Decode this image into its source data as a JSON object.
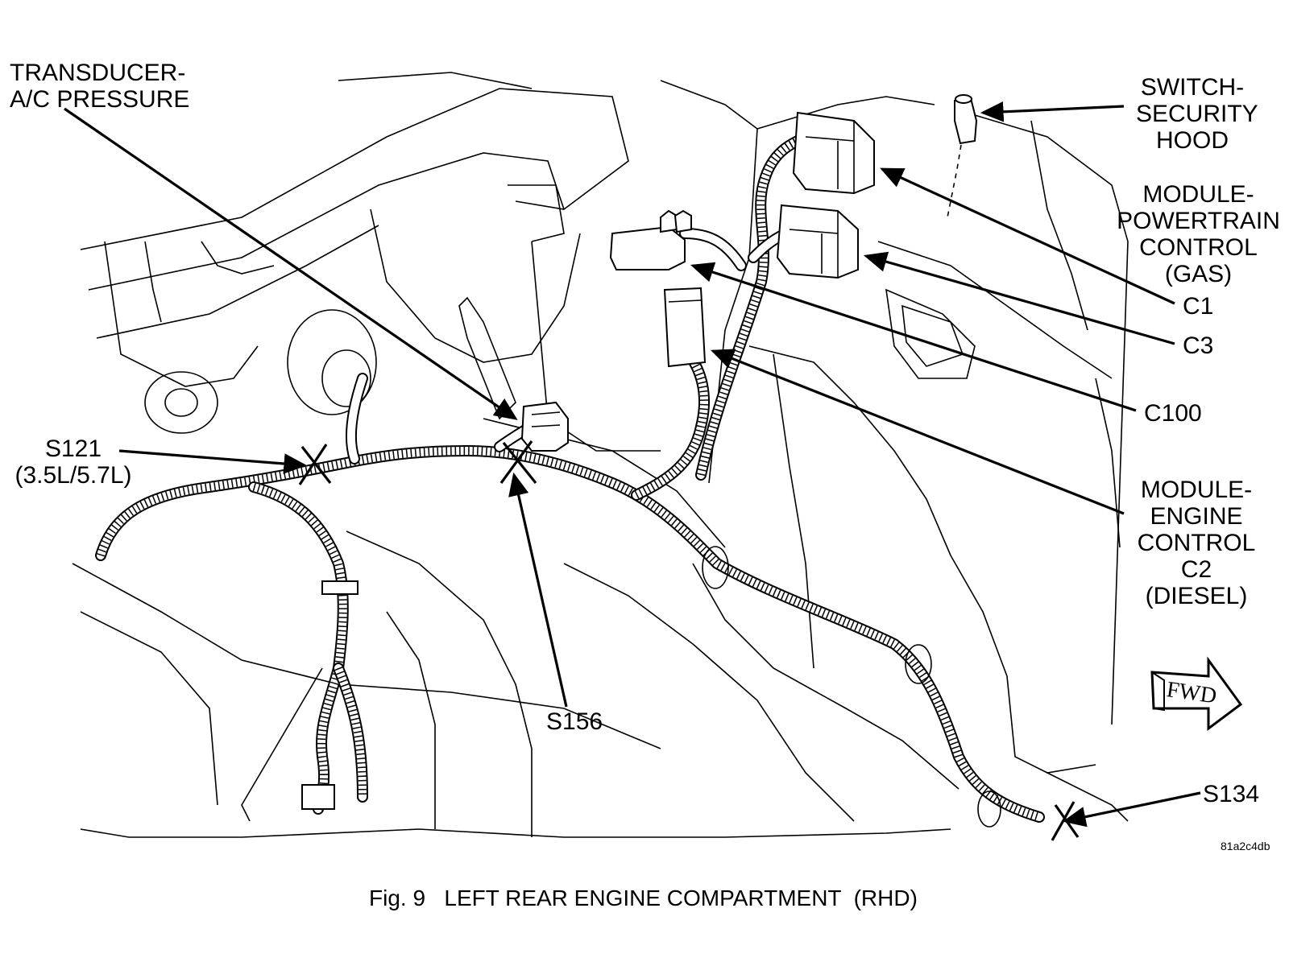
{
  "figure": {
    "caption": "Fig. 9   LEFT REAR ENGINE COMPARTMENT  (RHD)",
    "image_code": "81a2c4db",
    "fwd_label": "FWD"
  },
  "labels": {
    "transducer": [
      "TRANSDUCER-",
      "A/C PRESSURE"
    ],
    "switch_hood": [
      "SWITCH-",
      "SECURITY",
      "HOOD"
    ],
    "pcm": [
      "MODULE-",
      "POWERTRAIN",
      "CONTROL",
      "(GAS)"
    ],
    "c1": "C1",
    "c3": "C3",
    "c100": "C100",
    "ecm": [
      "MODULE-",
      "ENGINE",
      "CONTROL",
      "C2",
      "(DIESEL)"
    ],
    "s121": [
      "S121",
      "(3.5L/5.7L)"
    ],
    "s156": "S156",
    "s134": "S134"
  }
}
